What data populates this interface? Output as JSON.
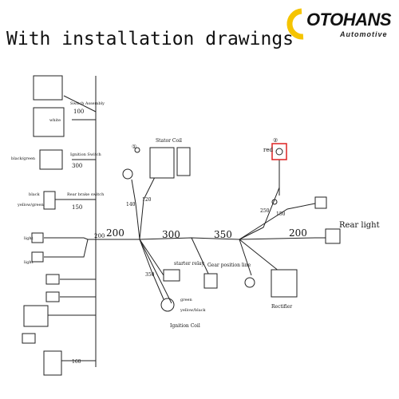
{
  "header": {
    "title": "With installation drawings",
    "brand_name": "OTOHANS",
    "brand_sub": "Automotive"
  },
  "diagram": {
    "labels": {
      "switch_assembly": "Switch Assembly",
      "white": "white",
      "black_green": "black/green",
      "ignition_switch": "Ignition Switch",
      "stator_coil": "Stator Coil",
      "red": "red",
      "rear_brake_switch": "Rear brake switch",
      "black": "black",
      "yellow_green": "yellow/green",
      "rear_light": "Rear  light",
      "starter_relay": "starter relay",
      "gear_position_line": "Gear position line",
      "green": "green",
      "yellow_black": "yellow/black",
      "ignition_coil": "Ignition Coil",
      "rectifier": "Rectifier",
      "light": "light",
      "len_200_main": "200",
      "len_300": "300",
      "len_350": "350",
      "len_200_right": "200",
      "len_100": "100",
      "len_300_small": "300",
      "len_150": "150",
      "len_140": "140",
      "len_120": "120",
      "len_250": "250",
      "len_150_b": "150",
      "len_350_small": "350",
      "len_160": "160",
      "len_200_small": "200",
      "circle_1": "①",
      "circle_2": "②"
    }
  }
}
